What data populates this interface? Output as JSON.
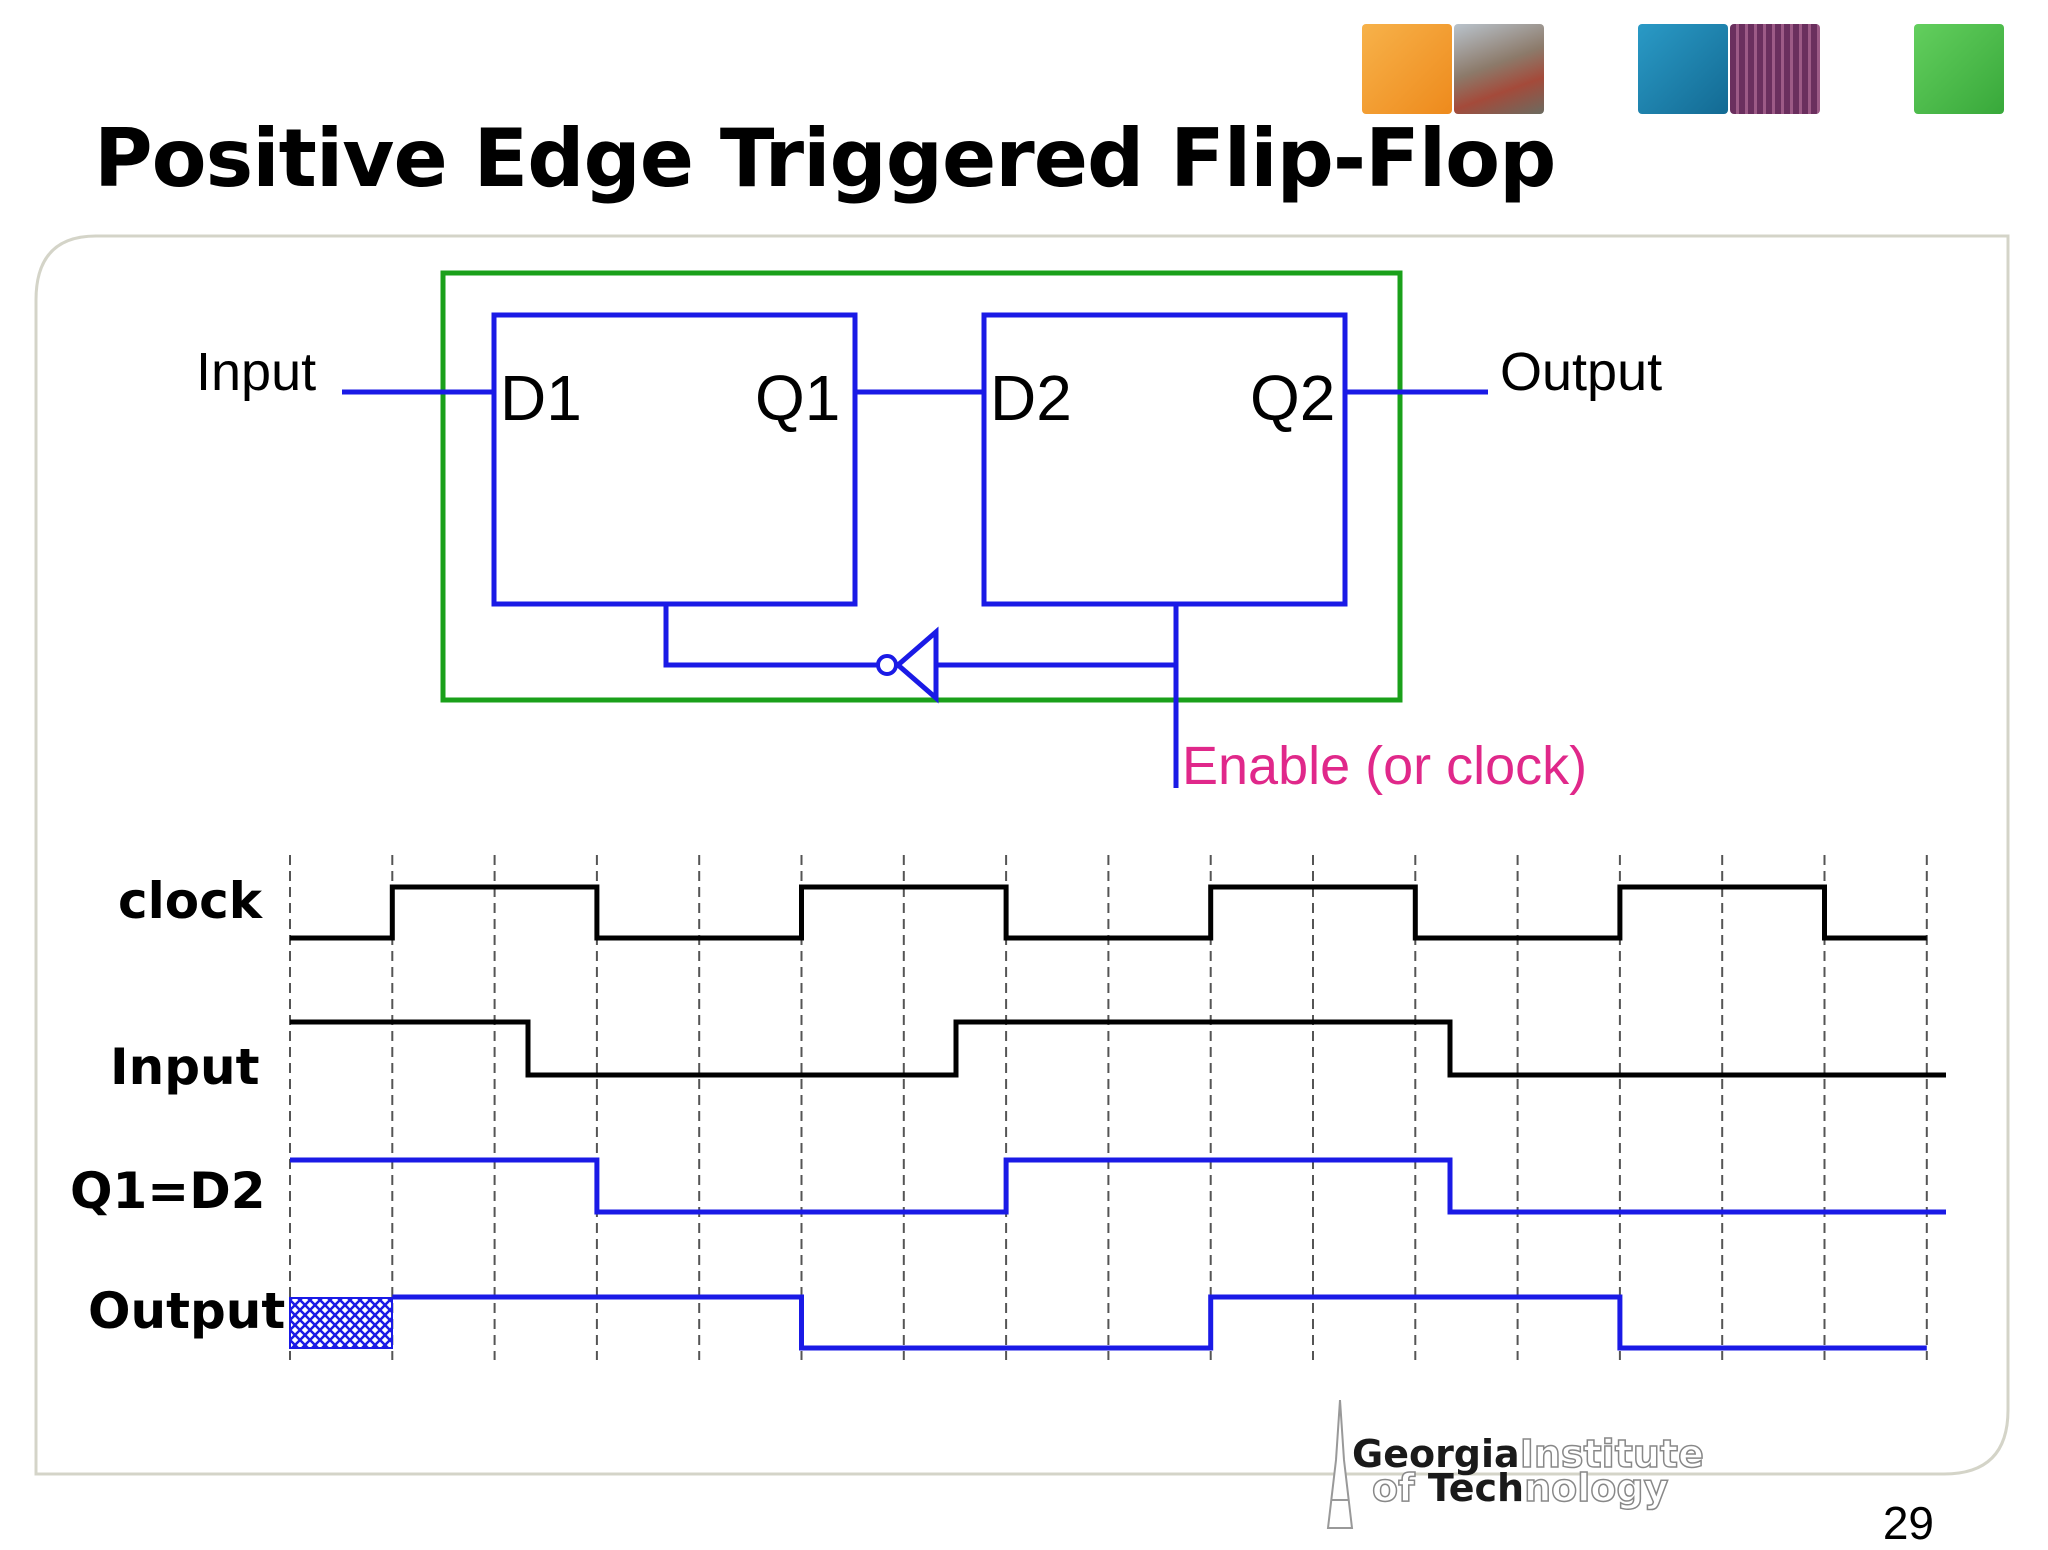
{
  "slide": {
    "title": "Positive Edge Triggered Flip-Flop",
    "page_number": "29"
  },
  "header_tiles": [
    {
      "name": "orange-tile",
      "color": "#f29a2e"
    },
    {
      "name": "campus-photo-tile",
      "color": "#9a8f84"
    },
    {
      "name": "blue-tile",
      "color": "#1e7fa8"
    },
    {
      "name": "circuit-photo-tile",
      "color": "#7a3f6e"
    },
    {
      "name": "green-tile",
      "color": "#4cbb4c"
    }
  ],
  "circuit": {
    "input_label": "Input",
    "output_label": "Output",
    "latch1_d": "D1",
    "latch1_q": "Q1",
    "latch2_d": "D2",
    "latch2_q": "Q2",
    "enable_label": "Enable (or clock)"
  },
  "timing": {
    "signals": [
      {
        "label": "clock",
        "values": "0 from t0, rising at t1, falling at t3, rising at t5, falling at t7, rising at t9, falling at t11, rising at t13, falling at t15"
      },
      {
        "label": "Input"
      },
      {
        "label": "Q1=D2"
      },
      {
        "label": "Output"
      }
    ]
  },
  "logo": {
    "line1_strong": "Georgia",
    "line1_outline": "Institute",
    "line2_outline_a": "of ",
    "line2_strong": "Tech",
    "line2_outline_b": "nology"
  },
  "colors": {
    "frame": "#1aa01a",
    "wire": "#1a1ae6",
    "signal_black": "#000000",
    "enable_text": "#e0288a",
    "grid": "#555555"
  }
}
